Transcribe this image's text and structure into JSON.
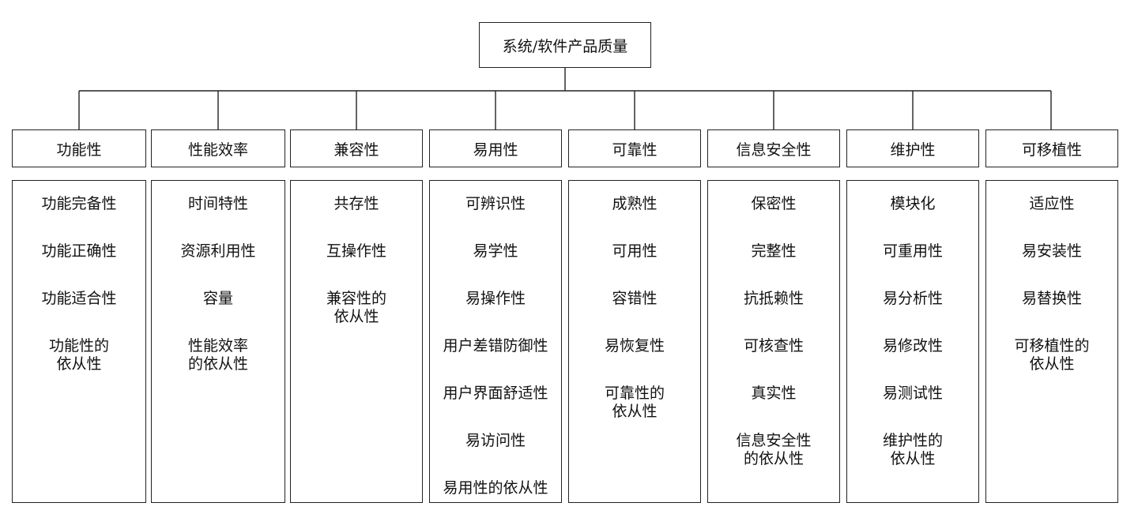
{
  "root": {
    "label": "系统/软件产品质量"
  },
  "categories": [
    {
      "title": "功能性",
      "items": [
        "功能完备性",
        "功能正确性",
        "功能适合性",
        "功能性的\n依从性"
      ]
    },
    {
      "title": "性能效率",
      "items": [
        "时间特性",
        "资源利用性",
        "容量",
        "性能效率\n的依从性"
      ]
    },
    {
      "title": "兼容性",
      "items": [
        "共存性",
        "互操作性",
        "兼容性的\n依从性"
      ]
    },
    {
      "title": "易用性",
      "items": [
        "可辨识性",
        "易学性",
        "易操作性",
        "用户差错防御性",
        "用户界面舒适性",
        "易访问性",
        "易用性的依从性"
      ]
    },
    {
      "title": "可靠性",
      "items": [
        "成熟性",
        "可用性",
        "容错性",
        "易恢复性",
        "可靠性的\n依从性"
      ]
    },
    {
      "title": "信息安全性",
      "items": [
        "保密性",
        "完整性",
        "抗抵赖性",
        "可核查性",
        "真实性",
        "信息安全性\n的依从性"
      ]
    },
    {
      "title": "维护性",
      "items": [
        "模块化",
        "可重用性",
        "易分析性",
        "易修改性",
        "易测试性",
        "维护性的\n依从性"
      ]
    },
    {
      "title": "可移植性",
      "items": [
        "适应性",
        "易安装性",
        "易替换性",
        "可移植性的\n依从性"
      ]
    }
  ]
}
